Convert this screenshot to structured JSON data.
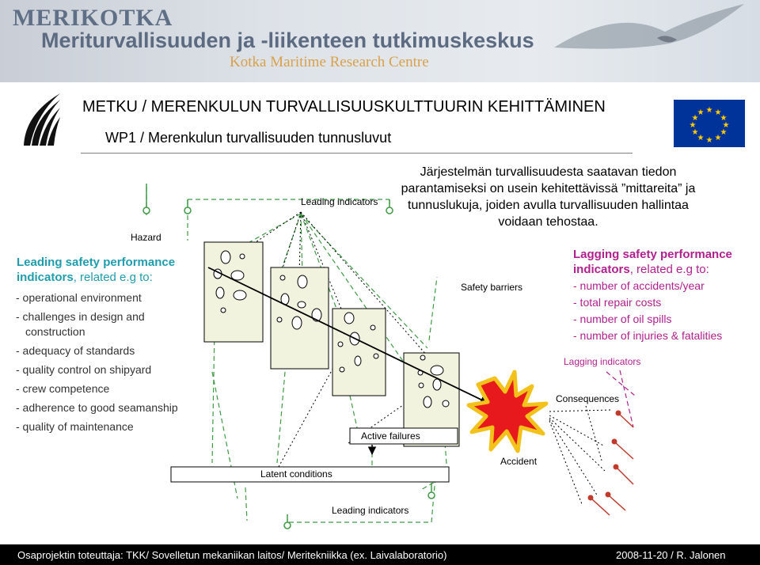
{
  "banner": {
    "line1": "MERIKOTKA",
    "line2": "Meriturvallisuuden ja -liikenteen tutkimuskeskus",
    "line3": "Kotka Maritime Research Centre"
  },
  "title": "METKU / MERENKULUN TURVALLISUUSKULTTUURIN KEHITTÄMINEN",
  "subtitle": "WP1 / Merenkulun turvallisuuden tunnusluvut",
  "intro": "Järjestelmän turvallisuudesta saatavan tiedon parantamiseksi on usein kehitettävissä ”mittareita” ja tunnuslukuja, joiden avulla turvallisuuden hallintaa voidaan tehostaa.",
  "leading": {
    "heading_bold": "Leading safety performance indicators",
    "heading_rest": ", related e.g to:",
    "items": [
      "- operational environment",
      "- challenges in design and construction",
      "- adequacy of standards",
      "- quality control on shipyard",
      "- crew competence",
      "- adherence to good seamanship",
      "- quality of maintenance"
    ]
  },
  "lagging": {
    "heading_bold": "Lagging safety performance indicators",
    "heading_rest": ", related e.g to:",
    "items": [
      "- number of accidents/year",
      "- total repair costs",
      "- number of oil spills",
      "- number of injuries & fatalities"
    ]
  },
  "diagram": {
    "hazard": "Hazard",
    "leading_indicators_top": "Leading indicators",
    "leading_indicators_bottom": "Leading indicators",
    "safety_barriers": "Safety barriers",
    "active_failures": "Active failures",
    "latent_conditions": "Latent conditions",
    "accident": "Accident",
    "lagging_indicators": "Lagging indicators",
    "consequences": "Consequences"
  },
  "colors": {
    "leading_teal": "#1f9dac",
    "lagging_magenta": "#b0208e",
    "indicator_green": "#3f9a44",
    "marker_red": "#c0392b",
    "footer_bg": "#000000",
    "eu_blue": "#003399",
    "eu_star": "#ffcc00"
  },
  "footer": {
    "left": "Osaprojektin toteuttaja: TKK/ Sovelletun mekaniikan laitos/ Meritekniikka (ex. Laivalaboratorio)",
    "right": "2008-11-20 / R. Jalonen"
  }
}
